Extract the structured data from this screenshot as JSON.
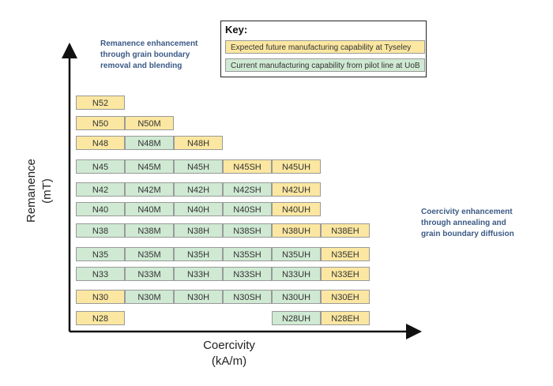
{
  "key": {
    "title": "Key:",
    "future_label": "Expected future manufacturing capability at Tyseley",
    "current_label": "Current manufacturing capability from pilot line at UoB",
    "future_color": "#fbe7a1",
    "current_color": "#cfe9d3"
  },
  "notes": {
    "remanence_line1": "Remanence enhancement",
    "remanence_line2": "through grain boundary",
    "remanence_line3": "removal and blending",
    "coercivity_line1": "Coercivity enhancement",
    "coercivity_line2": "through annealing and",
    "coercivity_line3": "grain boundary diffusion"
  },
  "axes": {
    "y_label_line1": "Remanence",
    "y_label_line2": "(mT)",
    "x_label_line1": "Coercivity",
    "x_label_line2": "(kA/m)"
  },
  "grid": {
    "rows": [
      {
        "grade": "N52",
        "cells": [
          {
            "col": 0,
            "label": "N52",
            "status": "future"
          }
        ]
      },
      {
        "grade": "N50",
        "cells": [
          {
            "col": 0,
            "label": "N50",
            "status": "future"
          },
          {
            "col": 1,
            "label": "N50M",
            "status": "future"
          }
        ]
      },
      {
        "grade": "N48",
        "cells": [
          {
            "col": 0,
            "label": "N48",
            "status": "future"
          },
          {
            "col": 1,
            "label": "N48M",
            "status": "current"
          },
          {
            "col": 2,
            "label": "N48H",
            "status": "future"
          }
        ]
      },
      {
        "grade": "N45",
        "cells": [
          {
            "col": 0,
            "label": "N45",
            "status": "current"
          },
          {
            "col": 1,
            "label": "N45M",
            "status": "current"
          },
          {
            "col": 2,
            "label": "N45H",
            "status": "current"
          },
          {
            "col": 3,
            "label": "N45SH",
            "status": "future"
          },
          {
            "col": 4,
            "label": "N45UH",
            "status": "future"
          }
        ]
      },
      {
        "grade": "N42",
        "cells": [
          {
            "col": 0,
            "label": "N42",
            "status": "current"
          },
          {
            "col": 1,
            "label": "N42M",
            "status": "current"
          },
          {
            "col": 2,
            "label": "N42H",
            "status": "current"
          },
          {
            "col": 3,
            "label": "N42SH",
            "status": "current"
          },
          {
            "col": 4,
            "label": "N42UH",
            "status": "future"
          }
        ]
      },
      {
        "grade": "N40",
        "cells": [
          {
            "col": 0,
            "label": "N40",
            "status": "current"
          },
          {
            "col": 1,
            "label": "N40M",
            "status": "current"
          },
          {
            "col": 2,
            "label": "N40H",
            "status": "current"
          },
          {
            "col": 3,
            "label": "N40SH",
            "status": "current"
          },
          {
            "col": 4,
            "label": "N40UH",
            "status": "future"
          }
        ]
      },
      {
        "grade": "N38",
        "cells": [
          {
            "col": 0,
            "label": "N38",
            "status": "current"
          },
          {
            "col": 1,
            "label": "N38M",
            "status": "current"
          },
          {
            "col": 2,
            "label": "N38H",
            "status": "current"
          },
          {
            "col": 3,
            "label": "N38SH",
            "status": "current"
          },
          {
            "col": 4,
            "label": "N38UH",
            "status": "future"
          },
          {
            "col": 5,
            "label": "N38EH",
            "status": "future"
          }
        ]
      },
      {
        "grade": "N35",
        "cells": [
          {
            "col": 0,
            "label": "N35",
            "status": "current"
          },
          {
            "col": 1,
            "label": "N35M",
            "status": "current"
          },
          {
            "col": 2,
            "label": "N35H",
            "status": "current"
          },
          {
            "col": 3,
            "label": "N35SH",
            "status": "current"
          },
          {
            "col": 4,
            "label": "N35UH",
            "status": "current"
          },
          {
            "col": 5,
            "label": "N35EH",
            "status": "future"
          }
        ]
      },
      {
        "grade": "N33",
        "cells": [
          {
            "col": 0,
            "label": "N33",
            "status": "current"
          },
          {
            "col": 1,
            "label": "N33M",
            "status": "current"
          },
          {
            "col": 2,
            "label": "N33H",
            "status": "current"
          },
          {
            "col": 3,
            "label": "N33SH",
            "status": "current"
          },
          {
            "col": 4,
            "label": "N33UH",
            "status": "current"
          },
          {
            "col": 5,
            "label": "N33EH",
            "status": "future"
          }
        ]
      },
      {
        "grade": "N30",
        "cells": [
          {
            "col": 0,
            "label": "N30",
            "status": "future"
          },
          {
            "col": 1,
            "label": "N30M",
            "status": "current"
          },
          {
            "col": 2,
            "label": "N30H",
            "status": "current"
          },
          {
            "col": 3,
            "label": "N30SH",
            "status": "current"
          },
          {
            "col": 4,
            "label": "N30UH",
            "status": "current"
          },
          {
            "col": 5,
            "label": "N30EH",
            "status": "future"
          }
        ]
      },
      {
        "grade": "N28",
        "cells": [
          {
            "col": 0,
            "label": "N28",
            "status": "future"
          },
          {
            "col": 4,
            "label": "N28UH",
            "status": "current"
          },
          {
            "col": 5,
            "label": "N28EH",
            "status": "future"
          }
        ]
      }
    ]
  }
}
